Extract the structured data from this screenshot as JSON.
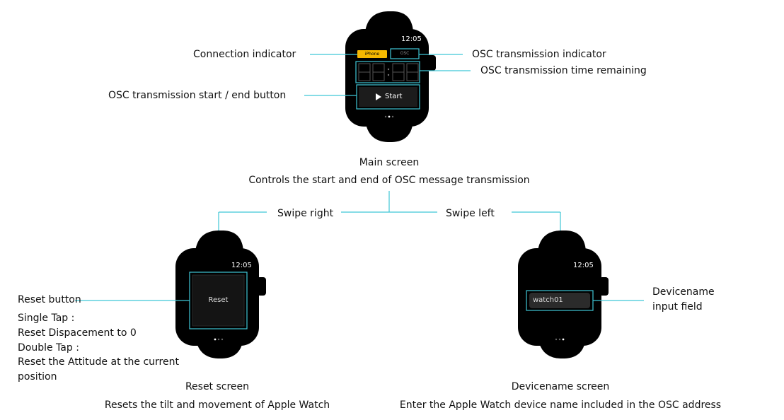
{
  "main_watch": {
    "time": "12:05",
    "connection_chip": "iPhone",
    "osc_chip": "OSC",
    "start_label": "Start",
    "colon": ":"
  },
  "main_labels": {
    "connection_indicator": "Connection indicator",
    "osc_indicator": "OSC transmission indicator",
    "time_remaining": "OSC transmission time remaining",
    "start_end_button": "OSC transmission start / end button"
  },
  "main_caption": {
    "title": "Main screen",
    "description": "Controls the start and end of OSC message transmission"
  },
  "swipe": {
    "right": "Swipe right",
    "left": "Swipe left"
  },
  "reset_watch": {
    "time": "12:05",
    "button_label": "Reset"
  },
  "reset_labels": {
    "button": "Reset button",
    "single_tap": "Single Tap  :",
    "single_tap_action": "Reset Dispacement to 0",
    "double_tap": "Double Tap :",
    "double_tap_action_line1": "Reset the Attitude at the current",
    "double_tap_action_line2": "position"
  },
  "reset_caption": {
    "title": "Reset screen",
    "description": "Resets the tilt and movement of Apple Watch"
  },
  "device_watch": {
    "time": "12:05",
    "input_value": "watch01"
  },
  "device_labels": {
    "field_line1": "Devicename",
    "field_line2": "input field"
  },
  "device_caption": {
    "title": "Devicename screen",
    "description": "Enter the Apple Watch device name included in the OSC address"
  },
  "colors": {
    "watch_body": "#000000",
    "accent_cyan": "#3fc6d6",
    "connection_yellow": "#f5b800",
    "watch_text": "#ffffff"
  }
}
